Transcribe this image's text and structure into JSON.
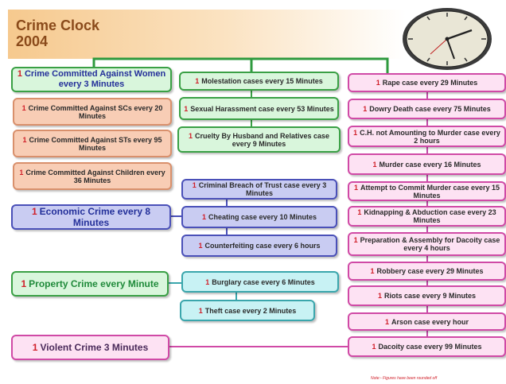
{
  "header": {
    "title_line1": "Crime Clock",
    "title_line2": "2004"
  },
  "colors": {
    "pink": "#fde2f3",
    "green": "#d9f6dc",
    "blue": "#c9ccf2",
    "peach": "#f8cdb5",
    "cyan": "#c8f2f4",
    "number_red": "#d0202a"
  },
  "icons": {
    "clock": "wall-clock-icon"
  },
  "left_column": {
    "women": {
      "num": "1",
      "text": "Crime Committed Against Women every 3 Minutes"
    },
    "scs": {
      "num": "1",
      "text": "Crime Committed Against SCs every 20 Minutes"
    },
    "sts": {
      "num": "1",
      "text": "Crime Committed Against STs every 95 Minutes"
    },
    "children": {
      "num": "1",
      "text": "Crime Committed Against Children every 36 Minutes"
    },
    "economic": {
      "num": "1",
      "text": "Economic Crime every 8 Minutes"
    },
    "property": {
      "num": "1",
      "text": "Property Crime every Minute"
    },
    "violent": {
      "num": "1",
      "text": "Violent Crime 3 Minutes"
    }
  },
  "middle_column": {
    "molestation": {
      "num": "1",
      "text": "Molestation cases every 15 Minutes"
    },
    "sexual_harassment": {
      "num": "1",
      "text": "Sexual Harassment case every 53 Minutes"
    },
    "cruelty": {
      "num": "1",
      "text": "Cruelty By Husband and Relatives case every 9 Minutes"
    },
    "breach_of_trust": {
      "num": "1",
      "text": "Criminal Breach of Trust case every 3 Minutes"
    },
    "cheating": {
      "num": "1",
      "text": "Cheating case every 10 Minutes"
    },
    "counterfeiting": {
      "num": "1",
      "text": "Counterfeiting case every 6 hours"
    },
    "burglary": {
      "num": "1",
      "text": "Burglary case every 6 Minutes"
    },
    "theft": {
      "num": "1",
      "text": "Theft case every 2 Minutes"
    }
  },
  "right_column": {
    "rape": {
      "num": "1",
      "text": "Rape case every 29 Minutes"
    },
    "dowry_death": {
      "num": "1",
      "text": "Dowry Death case every 75 Minutes"
    },
    "ch_not_murder": {
      "num": "1",
      "text": "C.H. not Amounting to Murder case every 2 hours"
    },
    "murder": {
      "num": "1",
      "text": "Murder case every 16 Minutes"
    },
    "attempt_murder": {
      "num": "1",
      "text": "Attempt to Commit Murder case every 15 Minutes"
    },
    "kidnapping": {
      "num": "1",
      "text": "Kidnapping & Abduction case every 23 Minutes"
    },
    "dacoity_prep": {
      "num": "1",
      "text": "Preparation & Assembly for Dacoity case every 4 hours"
    },
    "robbery": {
      "num": "1",
      "text": "Robbery case every 29 Minutes"
    },
    "riots": {
      "num": "1",
      "text": "Riots case every 9 Minutes"
    },
    "arson": {
      "num": "1",
      "text": "Arson case every hour"
    },
    "dacoity": {
      "num": "1",
      "text": "Dacoity case every 99 Minutes"
    }
  },
  "footnote": "Note:- Figures have been rounded off"
}
